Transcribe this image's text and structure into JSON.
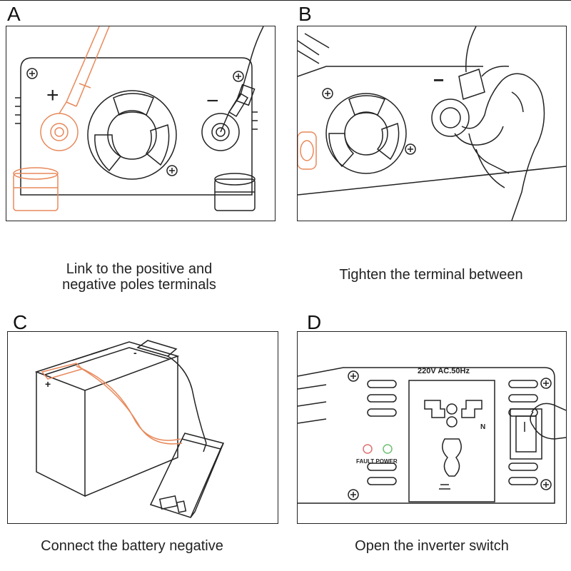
{
  "steps": [
    {
      "letter": "A",
      "caption_line1": "Link to the positive and",
      "caption_line2": "negative poles terminals",
      "labels": {
        "positive": "+",
        "negative": "−"
      }
    },
    {
      "letter": "B",
      "caption": "Tighten the terminal between",
      "labels": {
        "negative": "−"
      }
    },
    {
      "letter": "C",
      "caption": "Connect the battery negative",
      "labels": {
        "positive": "+",
        "negative": "-"
      }
    },
    {
      "letter": "D",
      "caption": "Open the inverter switch",
      "labels": {
        "rating": "220V AC.50Hz",
        "neutral": "N",
        "fault_power": "FAULT POWER"
      }
    }
  ],
  "colors": {
    "line": "#222222",
    "highlight": "#e8895a",
    "led_red": "#e07070",
    "led_green": "#6fbf73"
  }
}
